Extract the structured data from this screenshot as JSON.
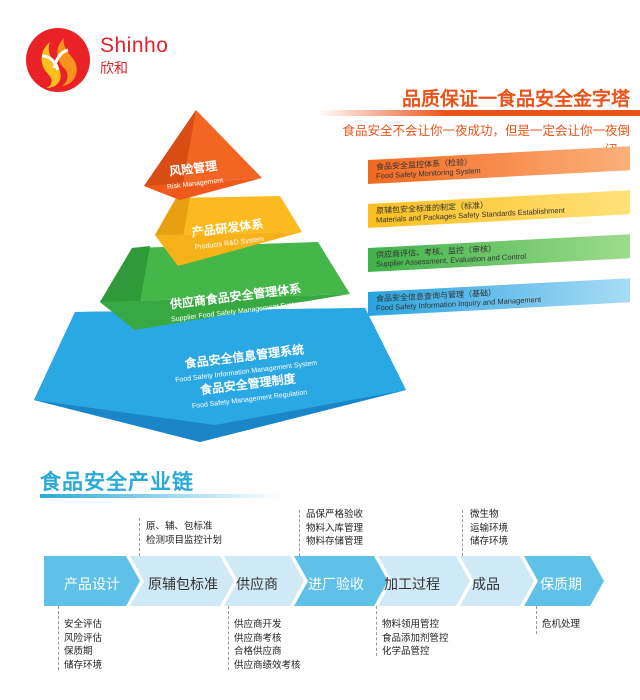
{
  "brand": {
    "name_en": "Shinho",
    "name_cn": "欣和",
    "colors": {
      "orange": "#f26a21",
      "yellow": "#fbbf1f",
      "red": "#e2202a"
    }
  },
  "header": {
    "title": "品质保证一食品安全金字塔",
    "slogan": "食品安全不会让你一夜成功，但是一定会让你一夜倒闭。"
  },
  "pyramid": {
    "levels": [
      {
        "cn": "风险管理",
        "en": "Risk Management",
        "color": "#f05a22"
      },
      {
        "cn": "产品研发体系",
        "en": "Products R&D System",
        "color": "#fbb820"
      },
      {
        "cn": "供应商食品安全管理体系",
        "en": "Supplier Food Safety Management System",
        "color": "#3fb24a"
      },
      {
        "cn": "食品安全信息管理系统",
        "en": "Food Safety Information Management System",
        "cn2": "食品安全管理制度",
        "en2": "Food Safety Management Regulation",
        "color": "#29a3e0"
      }
    ],
    "bands": [
      {
        "cn": "食品安全监控体系（检验）",
        "en": "Food Safety Monitoring System",
        "color": "#f26a21"
      },
      {
        "cn": "原辅包安全标准的制定（标准）",
        "en": "Materials and Packages Safety Standards Establishment",
        "color": "#fbbf1f"
      },
      {
        "cn": "供应商评估、考核、监控（审核）",
        "en": "Supplier Assessment, Evaluation and Control",
        "color": "#3fb24a"
      },
      {
        "cn": "食品安全信息查询与管理（基础）",
        "en": "Food Safety Information Inquiry and Management",
        "color": "#29a3e0"
      }
    ]
  },
  "chain": {
    "title": "食品安全产业链",
    "stages": [
      "产品设计",
      "原辅包标准",
      "供应商",
      "进厂验收",
      "加工过程",
      "成品",
      "保质期"
    ],
    "notes_top": [
      [
        "原、辅、包标准",
        "检测项目监控计划"
      ],
      [
        "品保严格验收",
        "物料入库管理",
        "物料存储管理"
      ],
      [
        "微生物",
        "运输环境",
        "储存环境"
      ]
    ],
    "notes_bottom": [
      [
        "安全评估",
        "风险评估",
        "保质期",
        "储存环境"
      ],
      [
        "供应商开发",
        "供应商考核",
        "合格供应商",
        "供应商绩效考核"
      ],
      [
        "物料领用管控",
        "食品添加剂管控",
        "化学品管控"
      ],
      [
        "危机处理"
      ]
    ],
    "colors": {
      "light": "#cfe9f6",
      "mid": "#5fc1e8"
    }
  }
}
